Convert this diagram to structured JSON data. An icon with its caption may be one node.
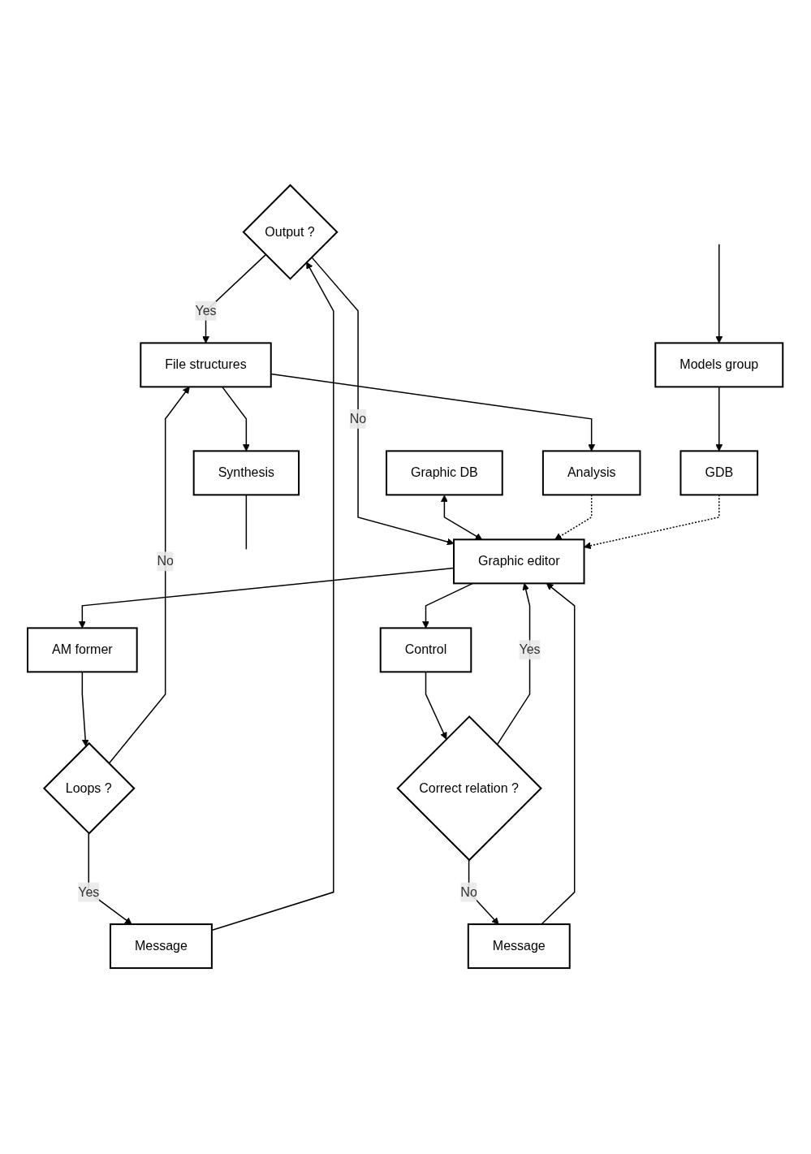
{
  "diagram": {
    "nodes": [
      {
        "text": [
          "Output ?"
        ]
      },
      {
        "text": [
          "Message"
        ]
      },
      {
        "text": [
          "Loops ?"
        ]
      },
      {
        "text": [
          "Correct relation ?"
        ]
      },
      {
        "text": [
          "Control"
        ]
      },
      {
        "text": [
          "AM former"
        ]
      },
      {
        "text": [
          "Message"
        ]
      },
      {
        "text": [
          "Graphic DB"
        ]
      },
      {
        "text": [
          "Graphic editor"
        ]
      },
      {
        "text": [
          "File structures"
        ]
      },
      {
        "text": [
          "GDB"
        ]
      },
      {
        "text": [
          "Synthesis"
        ]
      },
      {
        "text": [
          "Analysis"
        ]
      },
      {
        "text": [
          "Models group"
        ]
      }
    ],
    "edges": [
      {
        "from": 0,
        "to": 9,
        "arrow": "to",
        "label": "Yes"
      },
      {
        "from": 0,
        "to": 8,
        "arrow": "to",
        "label": "No"
      },
      {
        "from": 1,
        "to": 0,
        "arrow": "to"
      },
      {
        "from": 2,
        "to": 1,
        "arrow": "to",
        "label": "Yes"
      },
      {
        "from": 2,
        "to": 9,
        "arrow": "to",
        "label": "No"
      },
      {
        "from": 5,
        "to": 2,
        "arrow": "to"
      },
      {
        "from": 8,
        "to": 5,
        "arrow": "to"
      },
      {
        "from": 7,
        "to": 8,
        "arrow": "both"
      },
      {
        "from": 8,
        "to": 4,
        "arrow": "to"
      },
      {
        "from": 4,
        "to": 3,
        "arrow": "to"
      },
      {
        "from": 3,
        "to": 8,
        "arrow": "to",
        "label": "Yes"
      },
      {
        "from": 3,
        "to": 6,
        "arrow": "to",
        "label": "No"
      },
      {
        "from": 6,
        "to": 8,
        "arrow": "to"
      },
      {
        "from": 9,
        "to": 11,
        "arrow": "to"
      },
      {
        "from": 9,
        "to": 12,
        "arrow": "to"
      },
      {
        "from": 12,
        "to": 8,
        "arrow": "to",
        "style": "dashed"
      },
      {
        "from": 10,
        "to": 8,
        "arrow": "to",
        "style": "dashed"
      },
      {
        "from": 13,
        "to": 10,
        "arrow": "to"
      },
      {
        "from": null,
        "to": 13,
        "arrow": "to"
      },
      {
        "from": 11,
        "to": null,
        "arrow": "none"
      }
    ]
  }
}
